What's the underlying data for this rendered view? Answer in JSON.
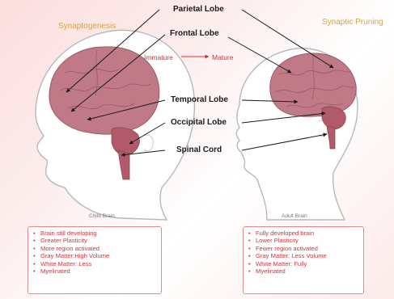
{
  "labels": {
    "parietal": "Parietal Lobe",
    "frontal": "Frontal Lobe",
    "temporal": "Temporal Lobe",
    "occipital": "Occipital Lobe",
    "spinal": "Spinal Cord"
  },
  "corners": {
    "left": "Synaptogenesis",
    "right": "Synaptic Pruning"
  },
  "stages": {
    "immature": "Immature",
    "mature": "Mature"
  },
  "captions": {
    "child": "Child Brain",
    "adult": "Adult Brain"
  },
  "child_traits": [
    "Brain still developing",
    "Greater Plasticity",
    "More region activated",
    "Gray Matter:High Volume",
    "White Matter: Less",
    "Myelinated"
  ],
  "adult_traits": [
    "Fully developed brain",
    "Lower Plasticity",
    "Fewer region activated",
    "Gray Matter: Less Volume",
    "White Matter: Fully",
    "Myelinated"
  ],
  "colors": {
    "brain": "#c07a87",
    "brain_dark": "#9c5766",
    "accent": "#d6333a",
    "title_gold": "#d9a441"
  }
}
